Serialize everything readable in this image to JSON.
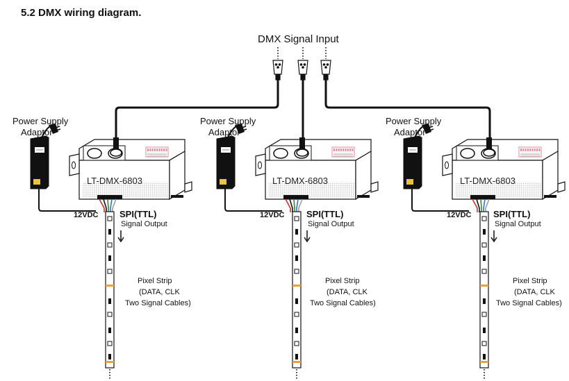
{
  "section_title": "5.2 DMX wiring diagram.",
  "dmx_input_label": "DMX  Signal  Input",
  "units": [
    {
      "controller_label": "LT-DMX-6803",
      "power_supply_label_line1": "Power Supply",
      "power_supply_label_line2": "Adaptor",
      "voltage_label": "12VDC",
      "signal_type_label": "SPI(TTL)",
      "signal_output_label": "Signal Output",
      "strip_label_line1": "Pixel Strip",
      "strip_label_line2": "(DATA, CLK",
      "strip_label_line3": "Two Signal Cables)"
    },
    {
      "controller_label": "LT-DMX-6803",
      "power_supply_label_line1": "Power Supply",
      "power_supply_label_line2": "Adaptor",
      "voltage_label": "12VDC",
      "signal_type_label": "SPI(TTL)",
      "signal_output_label": "Signal Output",
      "strip_label_line1": "Pixel Strip",
      "strip_label_line2": "(DATA, CLK",
      "strip_label_line3": "Two Signal Cables)"
    },
    {
      "controller_label": "LT-DMX-6803",
      "power_supply_label_line1": "Power Supply",
      "power_supply_label_line2": "Adaptor",
      "voltage_label": "12VDC",
      "signal_type_label": "SPI(TTL)",
      "signal_output_label": "Signal Output",
      "strip_label_line1": "Pixel Strip",
      "strip_label_line2": "(DATA, CLK",
      "strip_label_line3": "Two Signal Cables)"
    }
  ]
}
